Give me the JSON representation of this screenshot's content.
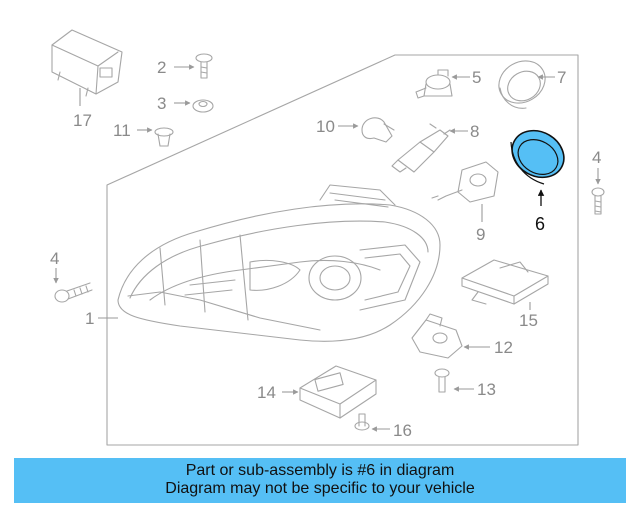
{
  "diagram": {
    "callouts": [
      "1",
      "2",
      "3",
      "4",
      "5",
      "6",
      "7",
      "8",
      "9",
      "10",
      "11",
      "12",
      "13",
      "14",
      "15",
      "16",
      "17",
      "4"
    ],
    "highlighted_part": "6",
    "highlight_color": "#55bff5"
  },
  "banner": {
    "line1": "Part or sub-assembly is #6 in diagram",
    "line2": "Diagram may not be specific to your vehicle",
    "background": "#55bff5"
  }
}
